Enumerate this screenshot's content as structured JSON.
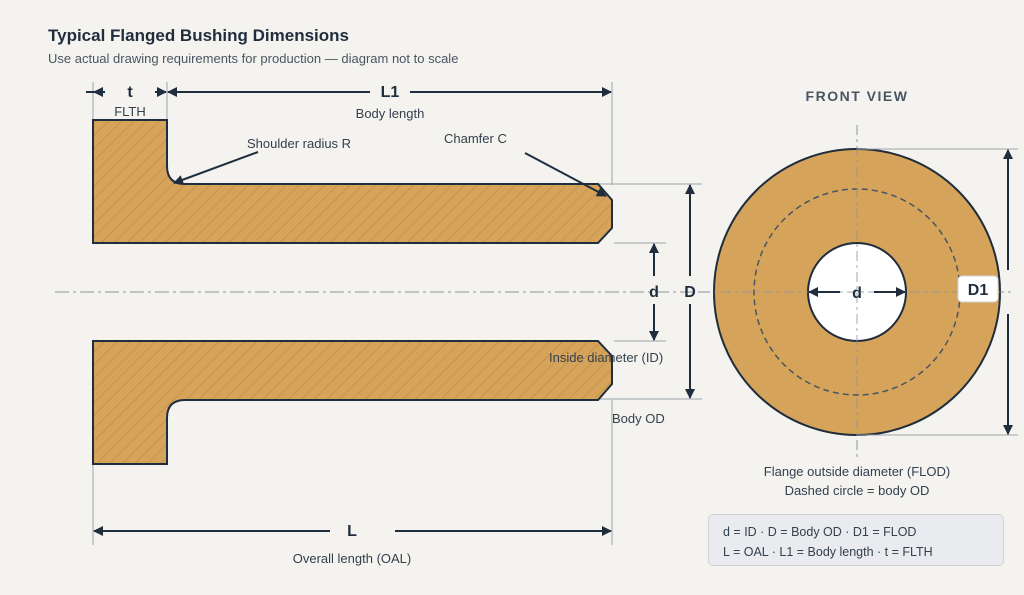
{
  "title": "Typical Flanged Bushing Dimensions",
  "subtitle": "Use actual drawing requirements for production — diagram not to scale",
  "side_view": {
    "t_letter": "t",
    "t_caption": "FLTH",
    "l1_letter": "L1",
    "l1_caption": "Body length",
    "shoulder_label": "Shoulder radius R",
    "chamfer_label": "Chamfer C",
    "d_letter": "d",
    "D_letter": "D",
    "id_caption": "Inside diameter (ID)",
    "od_caption": "Body OD",
    "l_letter": "L",
    "l_caption": "Overall length (OAL)"
  },
  "front_view": {
    "heading": "FRONT VIEW",
    "d_letter": "d",
    "d1_letter": "D1",
    "caption_line1": "Flange outside diameter (FLOD)",
    "caption_line2": "Dashed circle = body OD"
  },
  "legend": {
    "line1": "d = ID · D = Body OD · D1 = FLOD",
    "line2": "L = OAL · L1 = Body length · t = FLTH"
  },
  "colors": {
    "bronze": "#d6a35a",
    "outline": "#1f2d3d",
    "hatch": "#b98a44"
  }
}
